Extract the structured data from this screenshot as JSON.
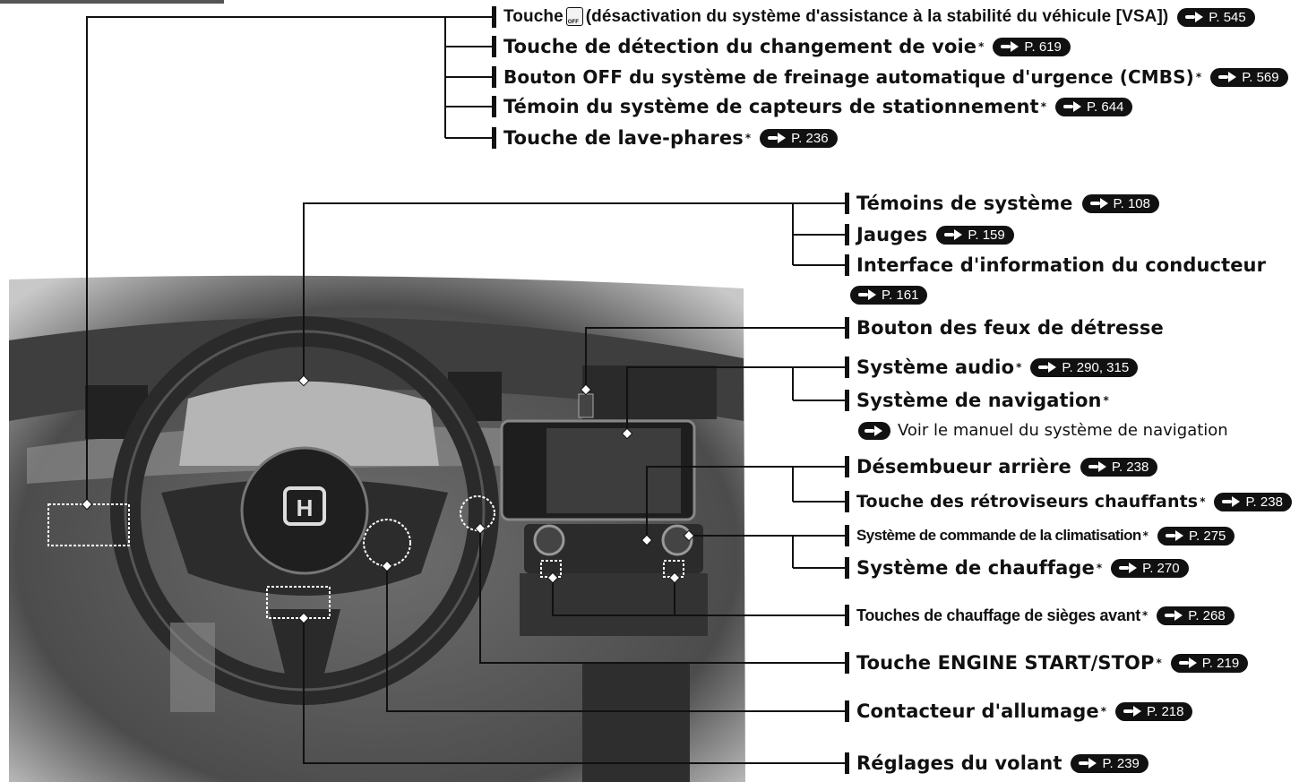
{
  "top_labels": [
    {
      "text": "Touche",
      "icon": "vsa-off-icon",
      "text2": "(désactivation du système d'assistance à la stabilité du véhicule [VSA])",
      "star": false,
      "page": "P. 545"
    },
    {
      "text": "Touche de détection du changement de voie",
      "star": true,
      "page": "P. 619"
    },
    {
      "text": "Bouton OFF du système de freinage automatique d'urgence (CMBS)",
      "star": true,
      "page": "P. 569"
    },
    {
      "text": "Témoin du système de capteurs de stationnement",
      "star": true,
      "page": "P. 644"
    },
    {
      "text": "Touche de lave-phares",
      "star": true,
      "page": "P. 236"
    }
  ],
  "right_labels": [
    {
      "text": "Témoins de système",
      "star": false,
      "page": "P. 108"
    },
    {
      "text": "Jauges",
      "star": false,
      "page": "P. 159"
    },
    {
      "text": "Interface d'information du conducteur",
      "star": false,
      "page": "P. 161"
    },
    {
      "text": "Bouton des feux de détresse",
      "star": false,
      "page": ""
    },
    {
      "text": "Système audio",
      "star": true,
      "page": "P. 290, 315"
    },
    {
      "text": "Système de navigation",
      "star": true,
      "page": ""
    },
    {
      "text": "Désembueur arrière",
      "star": false,
      "page": "P. 238"
    },
    {
      "text": "Touche des rétroviseurs chauffants",
      "star": true,
      "page": "P. 238"
    },
    {
      "text": "Système de commande de la climatisation",
      "star": true,
      "page": "P. 275"
    },
    {
      "text": "Système de chauffage",
      "star": true,
      "page": "P. 270"
    },
    {
      "text": "Touches de chauffage de sièges avant",
      "star": true,
      "page": "P. 268"
    },
    {
      "text": "Touche ENGINE START/STOP",
      "star": true,
      "page": "P. 219"
    },
    {
      "text": "Contacteur d'allumage",
      "star": true,
      "page": "P. 218"
    },
    {
      "text": "Réglages du volant",
      "star": false,
      "page": "P. 239"
    }
  ],
  "nav_note": "Voir le manuel du système de navigation",
  "colors": {
    "ink": "#111111",
    "photo_bg": "#5a5a5a"
  }
}
